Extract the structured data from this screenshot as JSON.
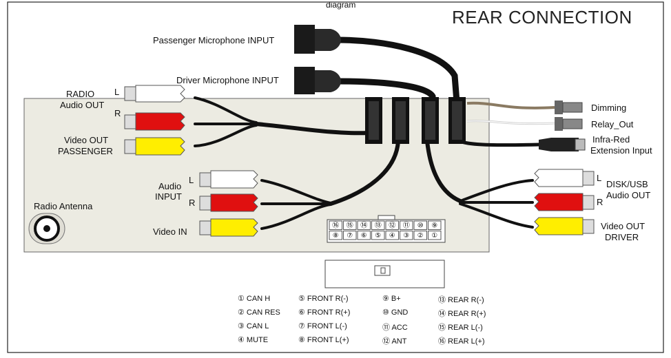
{
  "header": {
    "caption": "diagram",
    "title": "REAR CONNECTION"
  },
  "labels": {
    "passenger_mic": "Passenger Microphone INPUT",
    "driver_mic": "Driver Microphone INPUT",
    "radio_audio_out_1": "RADIO",
    "radio_audio_out_2": "Audio OUT",
    "rca_l": "L",
    "rca_r": "R",
    "video_out_passenger_1": "Video OUT",
    "video_out_passenger_2": "PASSENGER",
    "audio_input_1": "Audio",
    "audio_input_2": "INPUT",
    "video_in": "Video IN",
    "radio_antenna": "Radio Antenna",
    "dimming": "Dimming",
    "relay_out": "Relay_Out",
    "infra_red_1": "Infra-Red",
    "infra_red_2": "Extension Input",
    "disk_usb_1": "DISK/USB",
    "disk_usb_2": "Audio OUT",
    "video_out_driver_1": "Video OUT",
    "video_out_driver_2": "DRIVER"
  },
  "connector": {
    "top_row": [
      "⑯",
      "⑮",
      "⑭",
      "⑬",
      "⑫",
      "⑪",
      "⑩",
      "⑨"
    ],
    "bottom_row": [
      "⑧",
      "⑦",
      "⑥",
      "⑤",
      "④",
      "③",
      "②",
      "①"
    ]
  },
  "pin_legend": [
    [
      "① CAN H",
      "② CAN RES",
      "③ CAN L",
      "④ MUTE"
    ],
    [
      "⑤ FRONT R(-)",
      "⑥ FRONT R(+)",
      "⑦ FRONT L(-)",
      "⑧ FRONT L(+)"
    ],
    [
      "⑨ B+",
      "⑩ GND",
      "⑪ ACC",
      "⑫ ANT"
    ],
    [
      "⑬ REAR R(-)",
      "⑭ REAR R(+)",
      "⑮ REAR L(-)",
      "⑯ REAR L(+)"
    ]
  ],
  "colors": {
    "white_rca": "#ffffff",
    "red_rca": "#e01010",
    "yellow_rca": "#ffee00",
    "panel": "#ecebe2",
    "cable": "#111111",
    "dimming_wire": "#8a7a62"
  }
}
